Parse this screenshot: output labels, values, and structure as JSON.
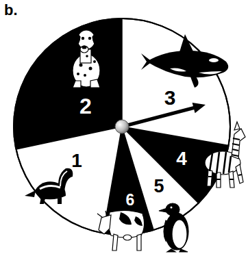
{
  "diagram": {
    "labels": [
      "b.",
      "1",
      "2",
      "3",
      "4",
      "5",
      "6"
    ]
  }
}
